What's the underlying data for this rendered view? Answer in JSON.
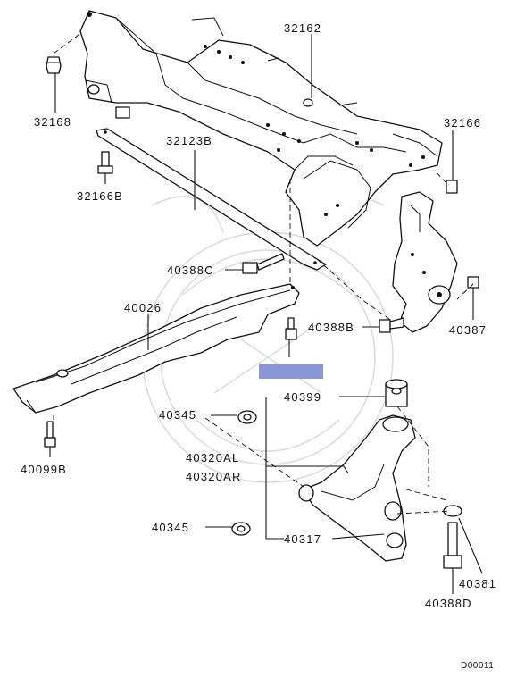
{
  "labels": {
    "l32162": "32162",
    "l32168": "32168",
    "l32166": "32166",
    "l32123B": "32123B",
    "l32166B": "32166B",
    "l40388C": "40388C",
    "l40026": "40026",
    "l40388B": "40388B",
    "l40387": "40387",
    "l40399": "40399",
    "l40345a": "40345",
    "l40099B": "40099B",
    "l40320AL": "40320AL",
    "l40320AR": "40320AR",
    "l40345b": "40345",
    "l40317": "40317",
    "l40381": "40381",
    "l40388D": "40388D"
  },
  "diagram_code": "D00011",
  "highlight_color": "#8a97d4"
}
